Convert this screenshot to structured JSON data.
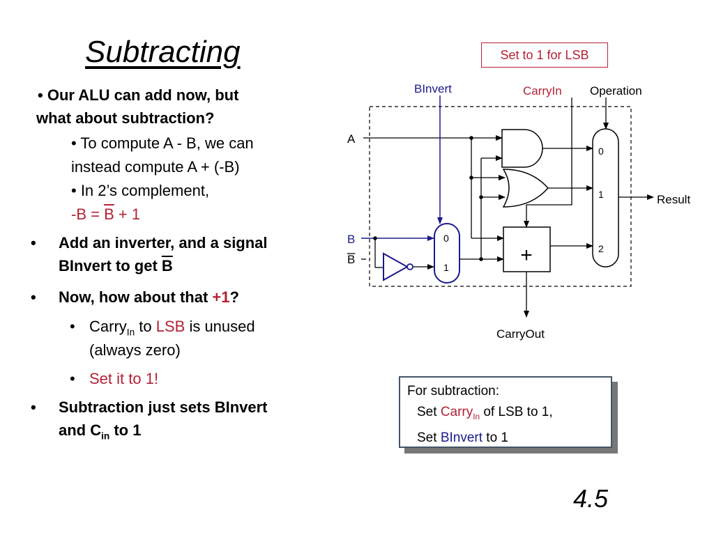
{
  "slide": {
    "title": "Subtracting",
    "note": "Set to 1 for LSB",
    "number": "4.5"
  },
  "bullets": {
    "q_bullet": "•",
    "q_line1": "Our ALU can add now, but",
    "q_line2": "what about subtraction?",
    "sub1_line1": "• To compute A - B, we can",
    "sub1_line2": "instead compute A + (-B)",
    "sub2_line1": "• In 2’s complement,",
    "eq_lhs": "-B = ",
    "eq_bbar": "B",
    "eq_rhs": " + 1",
    "b1_dot": "•",
    "b1_line1": "Add an inverter, and a signal",
    "b1_line2_pre": "BInvert to get ",
    "b1_bbar": "B",
    "b2_dot": "•",
    "b2_pre": "Now, how about that ",
    "b2_plus": "+1",
    "b2_post": "?",
    "s1_dot": "•",
    "s1_carry": "Carry",
    "s1_in": "In",
    "s1_to": " to ",
    "s1_lsb": "LSB",
    "s1_rest": " is unused",
    "s1_line2": "(always zero)",
    "s2_dot": "•",
    "s2_text": "Set it to 1!",
    "b3_dot": "•",
    "b3_line1": "Subtraction just sets BInvert",
    "b3_and": "and C",
    "b3_in": "in",
    "b3_to": " to 1"
  },
  "callout": {
    "line1": "For subtraction:",
    "l2_set": "Set ",
    "l2_carry": "Carry",
    "l2_in": "In",
    "l2_rest": " of LSB to 1,",
    "l3_set": "Set ",
    "l3_binvert": "BInvert",
    "l3_rest": " to 1"
  },
  "diagram": {
    "binvert": "BInvert",
    "carryin": "CarryIn",
    "operation": "Operation",
    "a": "A",
    "b": "B",
    "b_bar": "B",
    "result": "Result",
    "carryout": "CarryOut",
    "mux_in0": "0",
    "mux_in1": "1",
    "mux_in2": "2",
    "bmux_in0": "0",
    "bmux_in1": "1",
    "adder": "+"
  },
  "colors": {
    "accent_red": "#b22234",
    "accent_blue": "#1a1a8c"
  }
}
